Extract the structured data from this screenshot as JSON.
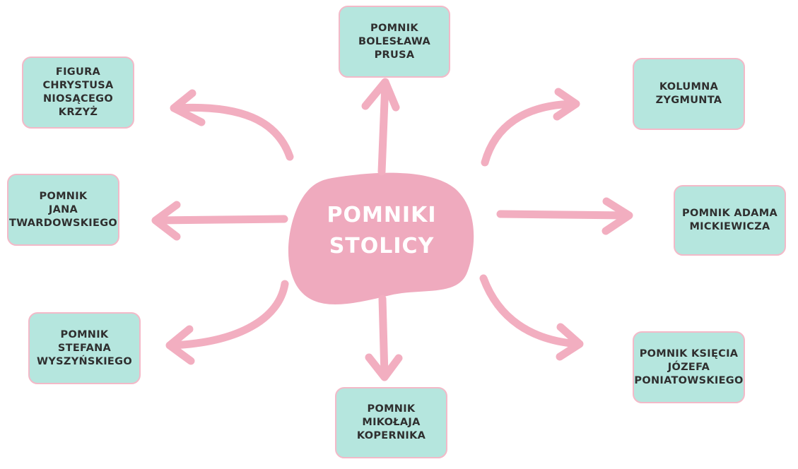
{
  "diagram": {
    "center": {
      "label": "POMNIKI\nSTOLICY"
    },
    "nodes": [
      {
        "id": "boleslaw-prus",
        "label": "POMNIK\nBOLESŁAWA\nPRUSA"
      },
      {
        "id": "kolumna-zygmunta",
        "label": "KOLUMNA\nZYGMUNTA"
      },
      {
        "id": "adam-mickiewicz",
        "label": "POMNIK ADAMA\nMICKIEWICZA"
      },
      {
        "id": "jozef-poniatowski",
        "label": "POMNIK KSIĘCIA\nJÓZEFA\nPONIATOWSKIEGO"
      },
      {
        "id": "mikolaj-kopernik",
        "label": "POMNIK\nMIKOŁAJA\nKOPERNIKA"
      },
      {
        "id": "stefan-wyszynski",
        "label": "POMNIK\nSTEFANA\nWYSZYŃSKIEGO"
      },
      {
        "id": "jan-twardowski",
        "label": "POMNIK\nJANA\nTWARDOWSKIEGO"
      },
      {
        "id": "figura-chrystusa",
        "label": "FIGURA\nCHRYSTUSA\nNIOSĄCEGO\nKRZYŻ"
      }
    ],
    "colors": {
      "box_fill": "#b5e6de",
      "box_border": "#f3b9c8",
      "arrow": "#f2aec0",
      "center_blob": "#efaabe",
      "center_text": "#ffffff"
    }
  }
}
